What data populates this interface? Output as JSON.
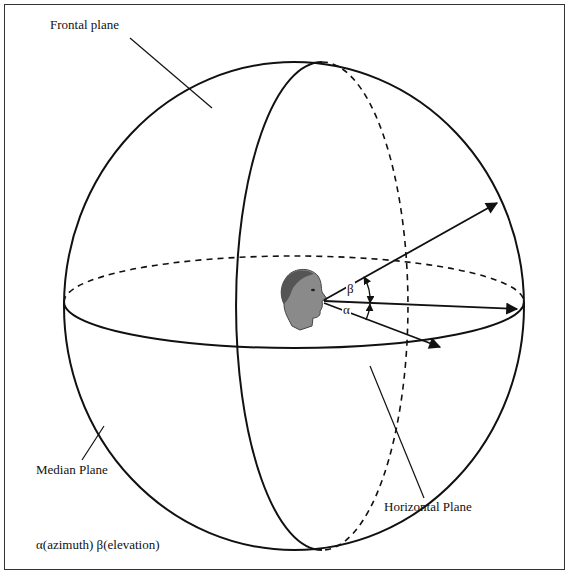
{
  "diagram": {
    "labels": [
      "Frontal plane",
      "Median Plane",
      "Horizontal Plane",
      "β",
      "α",
      "α(azimuth) β(elevation)"
    ]
  }
}
